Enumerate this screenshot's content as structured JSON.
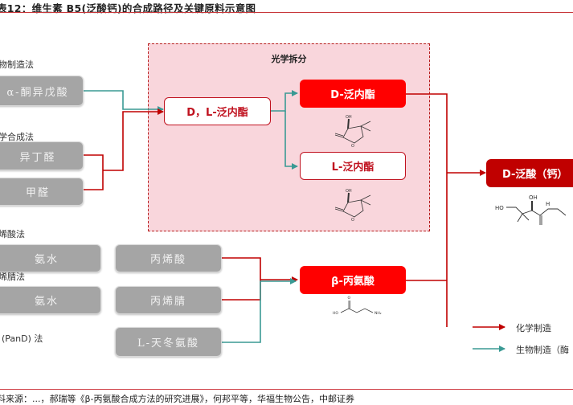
{
  "title": "表12：维生素 B5(泛酸钙)的合成路径及关键原料示意图",
  "zone": {
    "title": "光学拆分"
  },
  "sections": {
    "bio": "物制造法",
    "chem": "学合成法",
    "acrylic_acid": "烯酸法",
    "acrylonitrile": "烯腈法",
    "pand": "(PanD) 法"
  },
  "nodes": {
    "keto_acid": "α-酮异戊酸",
    "isobutyraldehyde": "异丁醛",
    "formaldehyde": "甲醛",
    "dl_pantolactone": "D，L-泛内酯",
    "d_pantolactone": "D-泛内酯",
    "l_pantolactone": "L-泛内酯",
    "ammonia_1": "氨水",
    "ammonia_2": "氨水",
    "acrylic_acid": "丙烯酸",
    "acrylonitrile": "丙烯腈",
    "l_aspartic": "L-天冬氨酸",
    "beta_alanine": "β-丙氨酸",
    "d_pantothenic": "D-泛酸（钙）"
  },
  "molecules": {
    "oh": "OH",
    "ho": "HO",
    "nh2": "NH₂",
    "h": "H"
  },
  "legend": [
    {
      "label": "化学制造",
      "color": "#c00000"
    },
    {
      "label": "生物制造（酶",
      "color": "#3a9a94"
    }
  ],
  "colors": {
    "chem": "#c00000",
    "bio": "#3a9a94",
    "zone_fill": "#f9d6dc"
  },
  "footer": "料来源：...，郝瑞等《β-丙氨酸合成方法的研究进展》，何邦平等，华福生物公告，中邮证券"
}
